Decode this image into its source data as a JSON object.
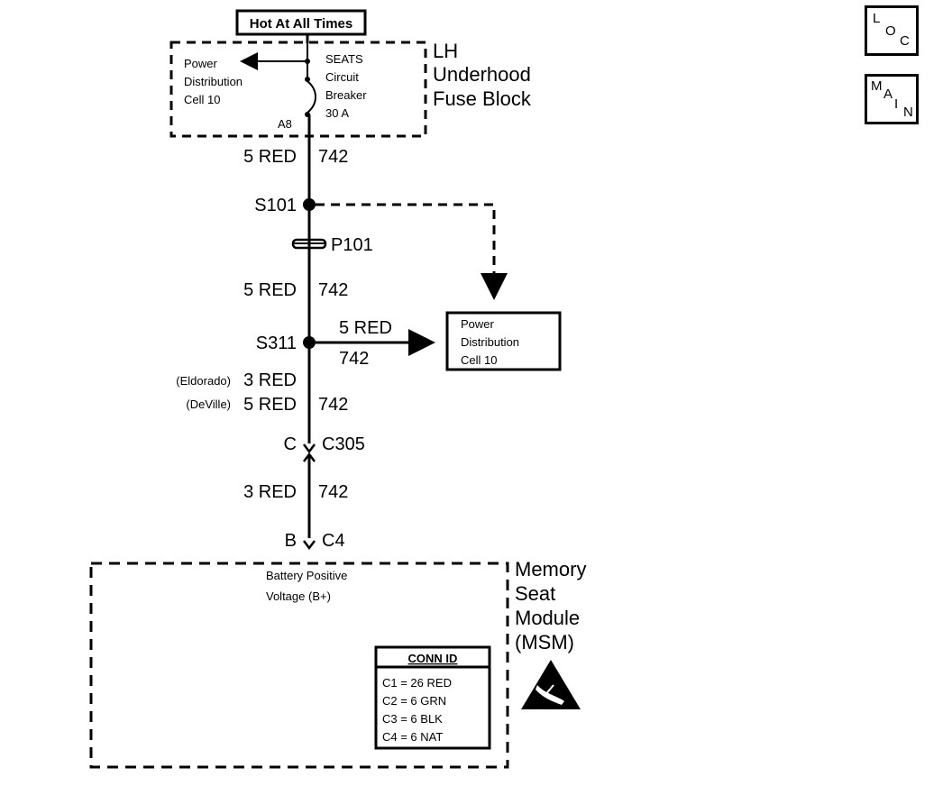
{
  "hot_box": "Hot At All Times",
  "fuse_block": {
    "title_lines": [
      "LH",
      "Underhood",
      "Fuse Block"
    ],
    "left_lines": [
      "Power",
      "Distribution",
      "Cell 10"
    ],
    "breaker_lines": [
      "SEATS",
      "Circuit",
      "Breaker",
      "30 A"
    ],
    "terminal": "A8"
  },
  "wire_seg1": {
    "color": "5 RED",
    "circuit": "742"
  },
  "splice1": "S101",
  "connector1": "P101",
  "wire_seg2": {
    "color": "5 RED",
    "circuit": "742"
  },
  "splice2": "S311",
  "branch": {
    "color": "5 RED",
    "circuit": "742"
  },
  "power_dist_box_lines": [
    "Power",
    "Distribution",
    "Cell 10"
  ],
  "wire_seg3": {
    "eldorado_note": "(Eldorado)",
    "eldorado_color": "3 RED",
    "deville_note": "(DeVille)",
    "deville_color": "5 RED",
    "circuit": "742"
  },
  "connector2": {
    "pin": "C",
    "id": "C305"
  },
  "wire_seg4": {
    "color": "3 RED",
    "circuit": "742"
  },
  "connector3": {
    "pin": "B",
    "id": "C4"
  },
  "module": {
    "title_lines": [
      "Memory",
      "Seat",
      "Module",
      "(MSM)"
    ],
    "input_lines": [
      "Battery Positive",
      "Voltage (B+)"
    ]
  },
  "conn_id": {
    "header": "CONN ID",
    "rows": [
      "C1 = 26 RED",
      "C2 = 6 GRN",
      "C3 = 6 BLK",
      "C4 = 6 NAT"
    ]
  },
  "nav": {
    "loc": [
      "L",
      "O",
      "C"
    ],
    "main": [
      "M",
      "A",
      "I",
      "N"
    ]
  }
}
